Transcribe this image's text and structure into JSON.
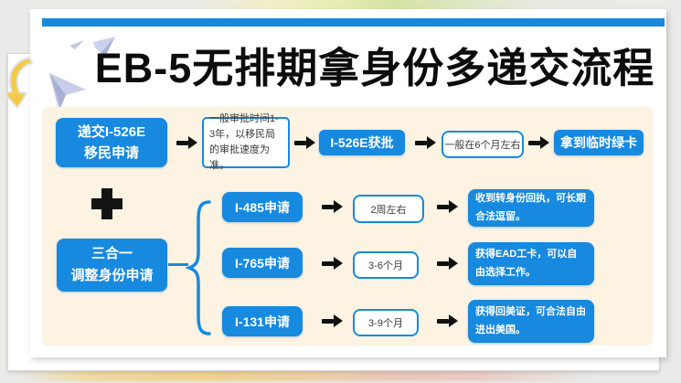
{
  "title": "EB-5无排期拿身份多递交流程",
  "colors": {
    "accent": "#1789DF",
    "panel": "#FCF3E2"
  },
  "flow_main": {
    "step1": "递交I-526E\n移民申请",
    "note1": "一般审批时间1-3年，以移民局的审批速度为准。",
    "step2": "I-526E获批",
    "note2": "一般在6个月左右",
    "step3": "拿到临时绿卡"
  },
  "combo": {
    "source": "三合一\n调整身份申请",
    "rows": [
      {
        "application": "I-485申请",
        "duration": "2周左右",
        "result": "收到转身份回执，可长期合法逗留。"
      },
      {
        "application": "I-765申请",
        "duration": "3-6个月",
        "result": "获得EAD工卡，可以自由选择工作。"
      },
      {
        "application": "I-131申请",
        "duration": "3-9个月",
        "result": "获得回美证，可合法自由进出美国。"
      }
    ]
  }
}
